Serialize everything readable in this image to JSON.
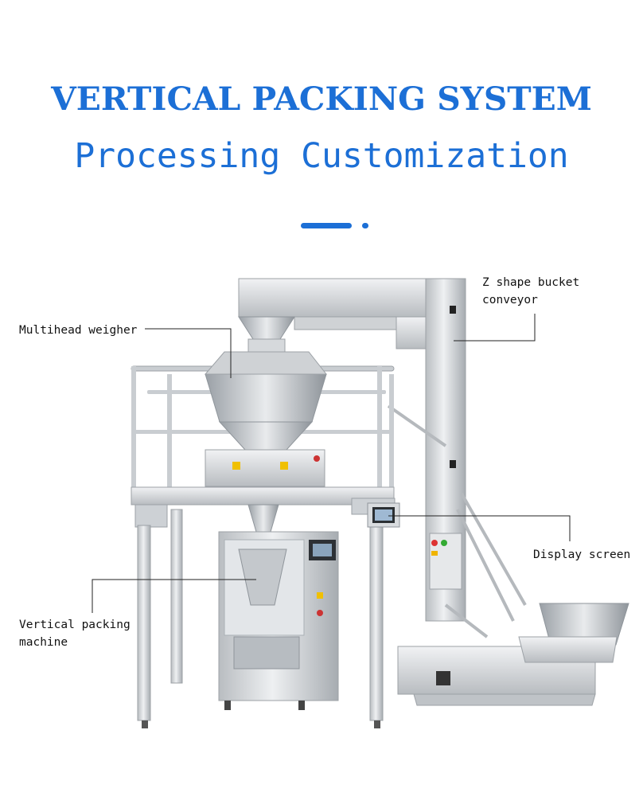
{
  "header": {
    "title": "VERTICAL PACKING SYSTEM",
    "subtitle": "Processing Customization"
  },
  "colors": {
    "accent": "#1c6fd6",
    "steel_light": "#e4e6e8",
    "steel_mid": "#c4c8cc",
    "steel_dark": "#8e949a",
    "leader_line": "#222222"
  },
  "callouts": {
    "bucket_conveyor": "Z shape bucket\nconveyor",
    "multihead_weigher": "Multihead weigher",
    "display_screen": "Display screen",
    "vertical_packing_machine": "Vertical packing\nmachine"
  }
}
